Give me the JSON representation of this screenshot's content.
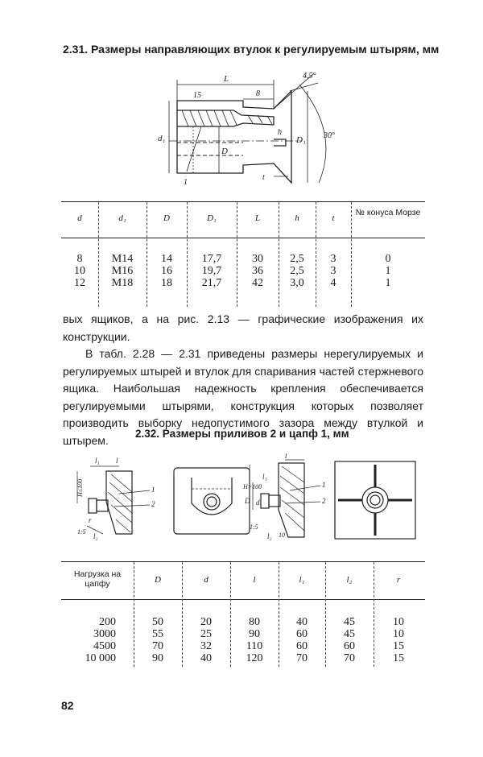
{
  "section1": {
    "title": "2.31. Размеры направляющих втулок к регулируемым штырям, мм",
    "drawing": {
      "labels": [
        "L",
        "4,5°",
        "15",
        "8",
        "d₁",
        "D",
        "h",
        "D₁",
        "30°",
        "1",
        "t"
      ]
    },
    "table": {
      "headers": [
        "d",
        "d₁",
        "D",
        "D₁",
        "L",
        "h",
        "t",
        "№ конуса Морзе"
      ],
      "columns": [
        [
          "8",
          "10",
          "12"
        ],
        [
          "М14",
          "М16",
          "М18"
        ],
        [
          "14",
          "16",
          "18"
        ],
        [
          "17,7",
          "19,7",
          "21,7"
        ],
        [
          "30",
          "36",
          "42"
        ],
        [
          "2,5",
          "2,5",
          "3,0"
        ],
        [
          "3",
          "3",
          "4"
        ],
        [
          "0",
          "1",
          "1"
        ]
      ]
    }
  },
  "text": {
    "paragraph1": "вых ящиков, а на рис. 2.13 — графические изображения их конструкции.",
    "paragraph2": "В табл. 2.28 — 2.31 приведены размеры нерегулируемых и регулируемых штырей и втулок для спаривания частей стержневого ящика. Наибольшая надежность крепления обеспечивается регулируемыми штырями, конструкция которых позволяет производить выборку недопустимого зазора между втулкой и штырем."
  },
  "section2": {
    "title": "2.32. Размеры приливов 2 и цапф 1, мм",
    "drawing": {
      "labels": [
        "l₁",
        "l",
        "H≤100",
        "1",
        "2",
        "r",
        "1:5",
        "l₂",
        "l₁",
        "l",
        "H>100",
        "D",
        "d",
        "1",
        "2",
        "1:5",
        "l₂",
        "10"
      ]
    },
    "table": {
      "headers": [
        "Нагрузка на цапфу",
        "D",
        "d",
        "l",
        "l₁",
        "l₂",
        "r"
      ],
      "columns": [
        [
          "200",
          "3000",
          "4500",
          "10 000"
        ],
        [
          "50",
          "55",
          "70",
          "90"
        ],
        [
          "20",
          "25",
          "32",
          "40"
        ],
        [
          "80",
          "90",
          "110",
          "120"
        ],
        [
          "40",
          "60",
          "60",
          "70"
        ],
        [
          "45",
          "45",
          "60",
          "70"
        ],
        [
          "10",
          "10",
          "15",
          "15"
        ]
      ]
    }
  },
  "page_number": "82"
}
